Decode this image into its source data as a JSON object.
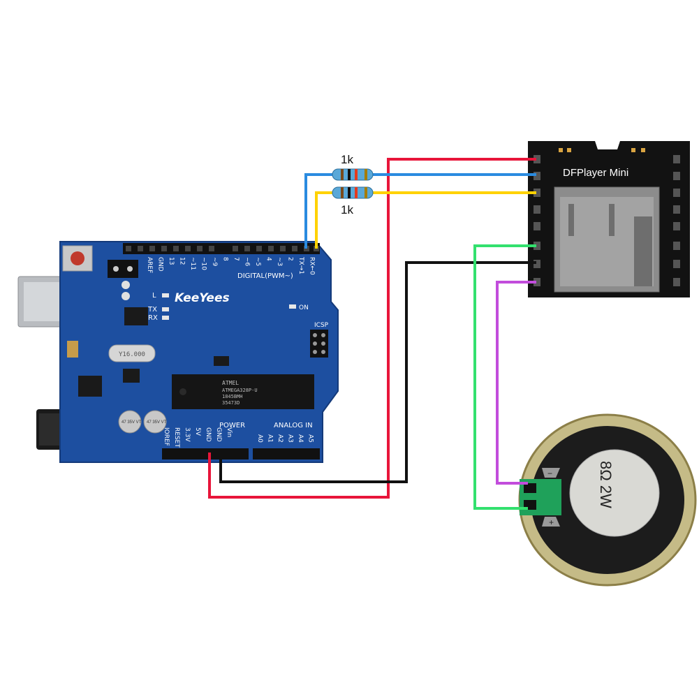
{
  "resistors": {
    "top_label": "1k",
    "bottom_label": "1k"
  },
  "arduino": {
    "brand": "KeeYees",
    "digital_label": "DIGITAL(PWM~)",
    "top_pins": [
      "AREF",
      "GND",
      "13",
      "12",
      "~11",
      "~10",
      "~9",
      "8",
      "7",
      "~6",
      "~5",
      "4",
      "~3",
      "2",
      "TX→1",
      "RX←0"
    ],
    "power_label": "POWER",
    "analog_label": "ANALOG IN",
    "power_pins": [
      "IOREF",
      "RESET",
      "3.3V",
      "5V",
      "GND",
      "GND",
      "Vin"
    ],
    "analog_pins": [
      "A0",
      "A1",
      "A2",
      "A3",
      "A4",
      "A5"
    ],
    "led_labels": {
      "l": "L",
      "tx": "TX",
      "rx": "RX",
      "on": "ON"
    },
    "icsp_label": "ICSP",
    "crystal_label": "Y16.000",
    "chip_lines": [
      "ATMEL",
      "ATMEGA328P-U",
      "1845BMH",
      "35473D"
    ],
    "cap_label": "47 35V VT"
  },
  "dfplayer": {
    "title": "DFPlayer Mini"
  },
  "speaker": {
    "rating": "8Ω 2W",
    "minus": "−",
    "plus": "+"
  },
  "colors": {
    "red": "#e8153a",
    "blue": "#2a8be0",
    "yellow": "#ffd200",
    "green": "#33e06e",
    "black": "#111111",
    "purple": "#c24ddc",
    "board": "#1d4fa0",
    "module": "#121212"
  }
}
